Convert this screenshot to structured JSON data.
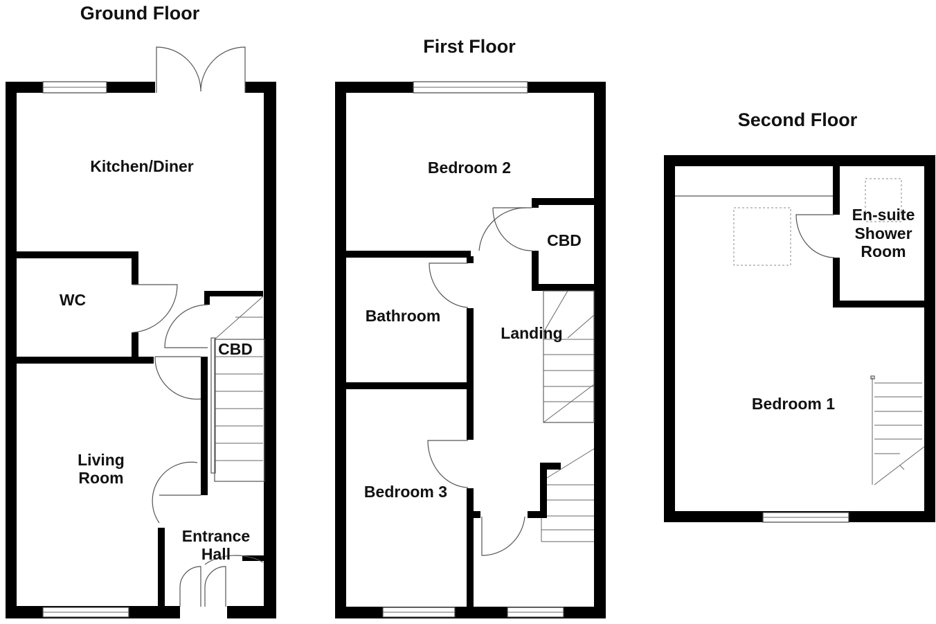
{
  "floors": {
    "ground": {
      "title": "Ground Floor",
      "rooms": {
        "kitchen_diner": "Kitchen/Diner",
        "wc": "WC",
        "cbd": "CBD",
        "living_room_line1": "Living",
        "living_room_line2": "Room",
        "entrance_hall_line1": "Entrance",
        "entrance_hall_line2": "Hall"
      }
    },
    "first": {
      "title": "First Floor",
      "rooms": {
        "bedroom_2": "Bedroom 2",
        "cbd": "CBD",
        "bathroom": "Bathroom",
        "landing": "Landing",
        "bedroom_3": "Bedroom 3"
      }
    },
    "second": {
      "title": "Second Floor",
      "rooms": {
        "ensuite_line1": "En-suite",
        "ensuite_line2": "Shower",
        "ensuite_line3": "Room",
        "bedroom_1": "Bedroom 1"
      }
    }
  },
  "colors": {
    "wall": "#000000",
    "background": "#ffffff"
  }
}
